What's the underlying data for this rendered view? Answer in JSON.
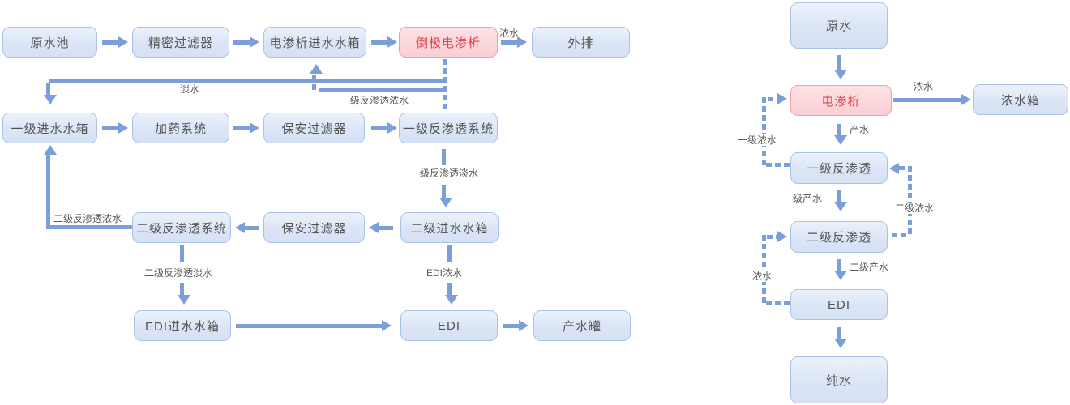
{
  "colors": {
    "line_blue": "#7d9fd9",
    "node_fill": "#dbe5f6",
    "node_border": "#a9c3e7",
    "node_text": "#555555",
    "highlight_fill": "#f9ced4",
    "highlight_border": "#f0a0aa",
    "highlight_text": "#e5404b",
    "label_text": "#595959"
  },
  "left_diagram": {
    "nodes": {
      "raw_pool": "原水池",
      "precision_filter": "精密过滤器",
      "ed_feed_tank": "电渗析进水水箱",
      "edr": "倒极电渗析",
      "discharge": "外排",
      "stage1_feed_tank": "一级进水水箱",
      "dosing_system": "加药系统",
      "security_filter_1": "保安过滤器",
      "ro1_system": "一级反渗透系统",
      "ro2_system": "二级反渗透系统",
      "security_filter_2": "保安过滤器",
      "stage2_feed_tank": "二级进水水箱",
      "edi_feed_tank": "EDI进水水箱",
      "edi": "EDI",
      "product_tank": "产水罐"
    },
    "flow_labels": {
      "concentrate": "浓水",
      "fresh": "淡水",
      "ro1_concentrate": "一级反渗透浓水",
      "ro1_permeate": "一级反渗透淡水",
      "ro2_concentrate": "二级反渗透浓水",
      "ro2_permeate": "二级反渗透淡水",
      "edi_concentrate": "EDI浓水"
    }
  },
  "right_diagram": {
    "nodes": {
      "raw_water": "原水",
      "ed": "电渗析",
      "concentrate_tank": "浓水箱",
      "ro1": "一级反渗透",
      "ro2": "二级反渗透",
      "edi": "EDI",
      "pure_water": "纯水"
    },
    "flow_labels": {
      "concentrate": "浓水",
      "product": "产水",
      "stage1_concentrate": "一级浓水",
      "stage1_product": "一级产水",
      "stage2_concentrate": "二级浓水",
      "stage2_product": "二级产水",
      "edi_concentrate": "浓水"
    }
  }
}
